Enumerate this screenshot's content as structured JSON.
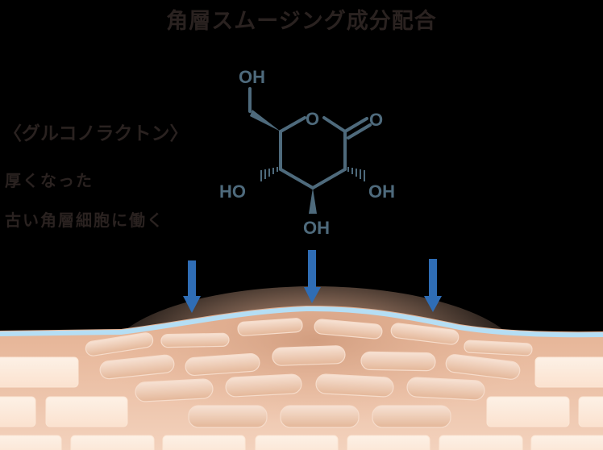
{
  "title": "角層スムージング成分配合",
  "ingredient": {
    "name": "〈グルコノラクトン〉",
    "description_lines": [
      "厚くなった",
      "古い角層細胞に働く"
    ]
  },
  "molecule": {
    "labels": {
      "top_oh": "OH",
      "ring_o": "O",
      "carbonyl_o": "O",
      "left_ho": "HO",
      "right_oh": "OH",
      "bottom_oh": "OH"
    },
    "color": "#4e6a7c"
  },
  "illustration": {
    "arrow_count": 3,
    "arrow_color": "#2f6db5",
    "surface_layer_color": "#b5def4",
    "skin_base_color": "#e9b99c",
    "cell_color": "#fbe7d6"
  }
}
